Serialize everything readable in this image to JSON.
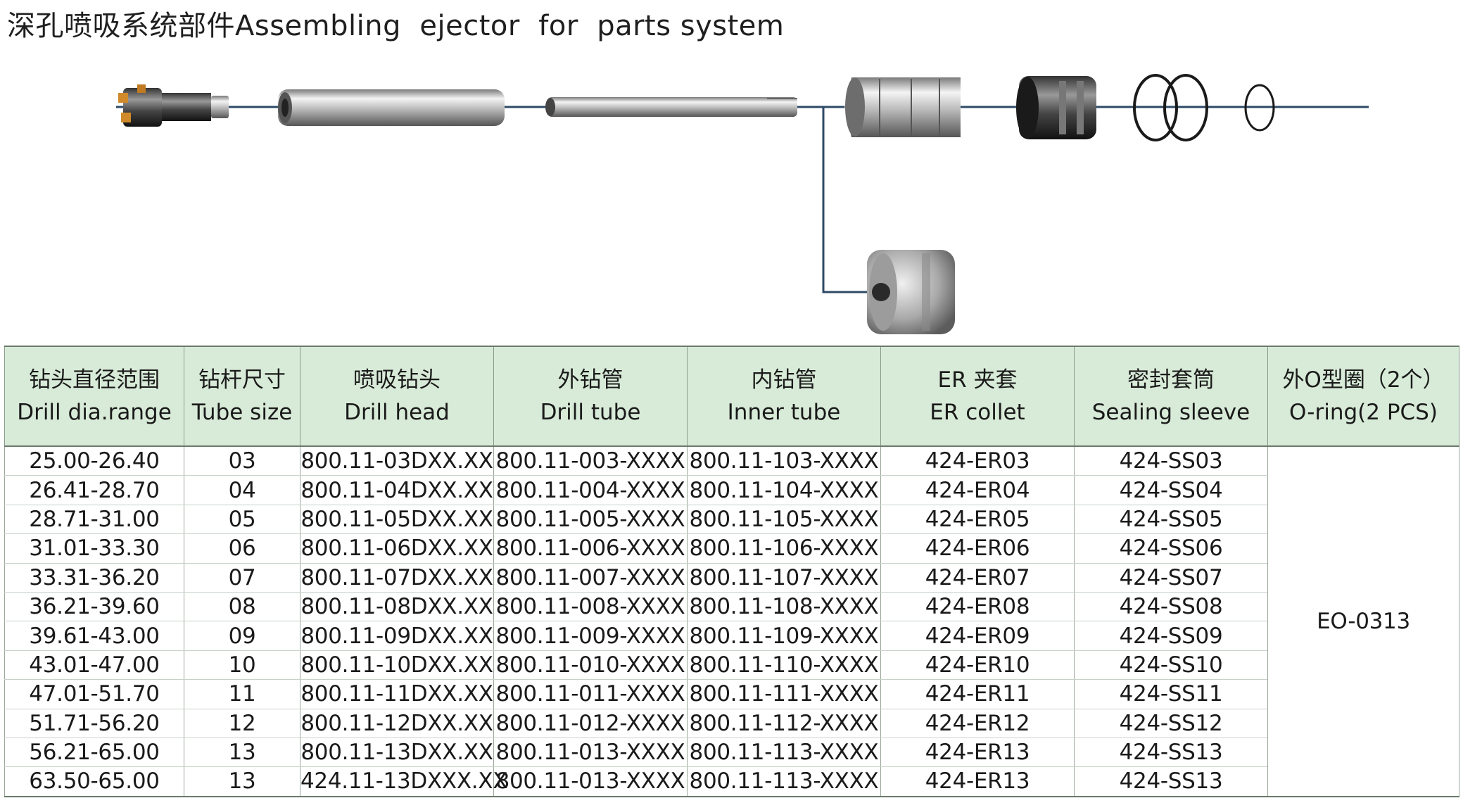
{
  "title": "深孔喷吸系统部件Assembling  ejector  for  parts system",
  "columns": [
    {
      "cn": "钻头直径范围",
      "en": "Drill dia.range"
    },
    {
      "cn": "钻杆尺寸",
      "en": "Tube size"
    },
    {
      "cn": "喷吸钻头",
      "en": "Drill head"
    },
    {
      "cn": "外钻管",
      "en": "Drill tube"
    },
    {
      "cn": "内钻管",
      "en": "Inner tube"
    },
    {
      "cn": "ER 夹套",
      "en": "ER collet"
    },
    {
      "cn": "密封套筒",
      "en": "Sealing sleeve"
    },
    {
      "cn": "外O型圈（2个）",
      "en": "O-ring(2 PCS)"
    }
  ],
  "rows": [
    [
      "25.00-26.40",
      "03",
      "800.11-03DXX.XX",
      "800.11-003-XXXX",
      "800.11-103-XXXX",
      "424-ER03",
      "424-SS03"
    ],
    [
      "26.41-28.70",
      "04",
      "800.11-04DXX.XX",
      "800.11-004-XXXX",
      "800.11-104-XXXX",
      "424-ER04",
      "424-SS04"
    ],
    [
      "28.71-31.00",
      "05",
      "800.11-05DXX.XX",
      "800.11-005-XXXX",
      "800.11-105-XXXX",
      "424-ER05",
      "424-SS05"
    ],
    [
      "31.01-33.30",
      "06",
      "800.11-06DXX.XX",
      "800.11-006-XXXX",
      "800.11-106-XXXX",
      "424-ER06",
      "424-SS06"
    ],
    [
      "33.31-36.20",
      "07",
      "800.11-07DXX.XX",
      "800.11-007-XXXX",
      "800.11-107-XXXX",
      "424-ER07",
      "424-SS07"
    ],
    [
      "36.21-39.60",
      "08",
      "800.11-08DXX.XX",
      "800.11-008-XXXX",
      "800.11-108-XXXX",
      "424-ER08",
      "424-SS08"
    ],
    [
      "39.61-43.00",
      "09",
      "800.11-09DXX.XX",
      "800.11-009-XXXX",
      "800.11-109-XXXX",
      "424-ER09",
      "424-SS09"
    ],
    [
      "43.01-47.00",
      "10",
      "800.11-10DXX.XX",
      "800.11-010-XXXX",
      "800.11-110-XXXX",
      "424-ER10",
      "424-SS10"
    ],
    [
      "47.01-51.70",
      "11",
      "800.11-11DXX.XX",
      "800.11-011-XXXX",
      "800.11-111-XXXX",
      "424-ER11",
      "424-SS11"
    ],
    [
      "51.71-56.20",
      "12",
      "800.11-12DXX.XX",
      "800.11-012-XXXX",
      "800.11-112-XXXX",
      "424-ER12",
      "424-SS12"
    ],
    [
      "56.21-65.00",
      "13",
      "800.11-13DXX.XX",
      "800.11-013-XXXX",
      "800.11-113-XXXX",
      "424-ER13",
      "424-SS13"
    ],
    [
      "63.50-65.00",
      "13",
      "424.11-13DXXX.XX",
      "800.11-013-XXXX",
      "800.11-113-XXXX",
      "424-ER13",
      "424-SS13"
    ]
  ],
  "oring_value": "EO-0313",
  "colors": {
    "header_bg": "#d8ebd8",
    "axis_line": "#2e4a66"
  }
}
